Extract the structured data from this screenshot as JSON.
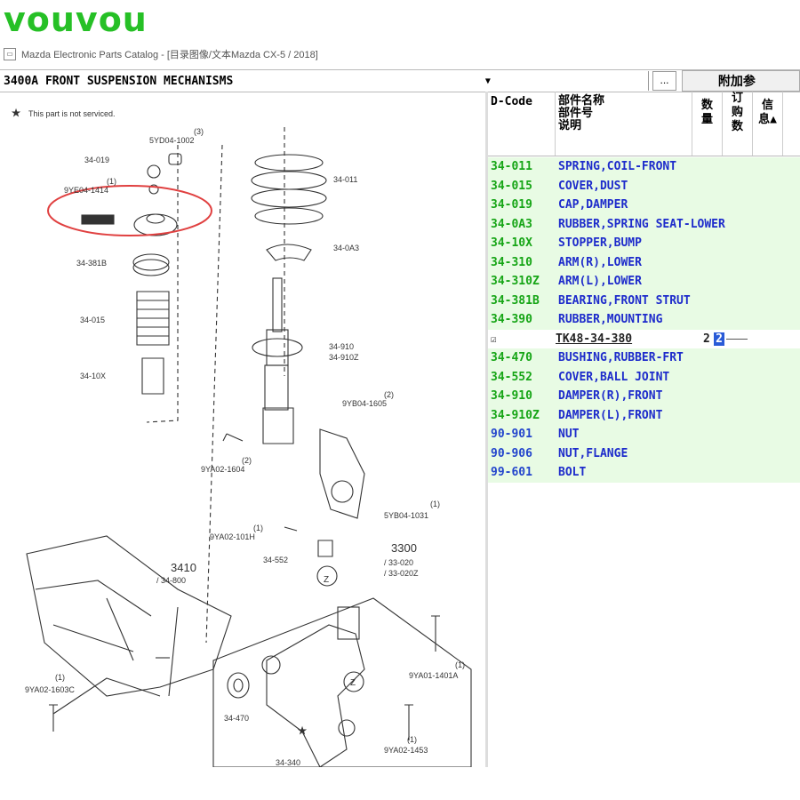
{
  "watermark": "vouvou",
  "window": {
    "title": "Mazda Electronic Parts Catalog - [目录图像/文本Mazda CX-5 / 2018]"
  },
  "toolbar": {
    "section": "3400A  FRONT SUSPENSION MECHANISMS",
    "dropdown_arrow": "▼",
    "browse_label": "...",
    "additional_label": "附加参"
  },
  "diagram": {
    "note": "This part is not serviced.",
    "callouts": {
      "c34019": "34-019",
      "c5yd": "5YD04-1002",
      "c5yd_q": "(3)",
      "c9ye": "9YE04-1414",
      "c9ye_q": "(1)",
      "c34381b": "34-381B",
      "c34015": "34-015",
      "c3410x": "34-10X",
      "c34011": "34-011",
      "c340a3": "34-0A3",
      "c34910": "34-910",
      "c34910z": "34-910Z",
      "c9yb": "9YB04-1605",
      "c9yb_q": "(2)",
      "c9ya02_1604": "9YA02-1604",
      "c9ya02_1604_q": "(2)",
      "c9ya02_101h": "9YA02-101H",
      "c9ya02_101h_q": "(1)",
      "c34552": "34-552",
      "c5yb": "5YB04-1031",
      "c5yb_q": "(1)",
      "c3300": "3300",
      "c33020": "/ 33-020",
      "c33020z": "/ 33-020Z",
      "c3410": "3410",
      "c34800": "/ 34-800",
      "c9ya02_1603c": "9YA02-1603C",
      "c9ya02_1603c_q": "(1)",
      "c34470": "34-470",
      "c9ya01": "9YA01-1401A",
      "c9ya01_q": "(1)",
      "c9ya02_1453": "9YA02-1453",
      "c9ya02_1453_q": "(1)",
      "c34340": "34-340",
      "z1": "Z",
      "z2": "Z"
    }
  },
  "table": {
    "headers": {
      "code": "D-Code",
      "name1": "部件名称",
      "name2": "部件号",
      "name3": "说明",
      "qty1": "数",
      "qty2": "量",
      "ord1": "订",
      "ord2": "购",
      "ord3": "数",
      "info1": "信",
      "info2": "息▲"
    },
    "rows": [
      {
        "code": "34-011",
        "name": "SPRING,COIL-FRONT"
      },
      {
        "code": "34-015",
        "name": "COVER,DUST"
      },
      {
        "code": "34-019",
        "name": "CAP,DAMPER"
      },
      {
        "code": "34-0A3",
        "name": "RUBBER,SPRING SEAT-LOWER"
      },
      {
        "code": "34-10X",
        "name": "STOPPER,BUMP"
      },
      {
        "code": "34-310",
        "name": "ARM(R),LOWER"
      },
      {
        "code": "34-310Z",
        "name": "ARM(L),LOWER"
      },
      {
        "code": "34-381B",
        "name": "BEARING,FRONT STRUT"
      },
      {
        "code": "34-390",
        "name": "RUBBER,MOUNTING"
      }
    ],
    "subrow": {
      "check": "☑",
      "part": "TK48-34-380",
      "qty": "2",
      "order": "2"
    },
    "rows2": [
      {
        "code": "34-470",
        "name": "BUSHING,RUBBER-FRT"
      },
      {
        "code": "34-552",
        "name": "COVER,BALL JOINT"
      },
      {
        "code": "34-910",
        "name": "DAMPER(R),FRONT"
      },
      {
        "code": "34-910Z",
        "name": "DAMPER(L),FRONT"
      },
      {
        "code": "90-901",
        "name": "NUT"
      },
      {
        "code": "90-906",
        "name": "NUT,FLANGE"
      },
      {
        "code": "99-601",
        "name": "BOLT"
      }
    ]
  },
  "colors": {
    "code_green": "#16a516",
    "name_blue": "#1d2bcb",
    "row_bg": "#e8fbe4",
    "highlight_red": "#e04040"
  }
}
